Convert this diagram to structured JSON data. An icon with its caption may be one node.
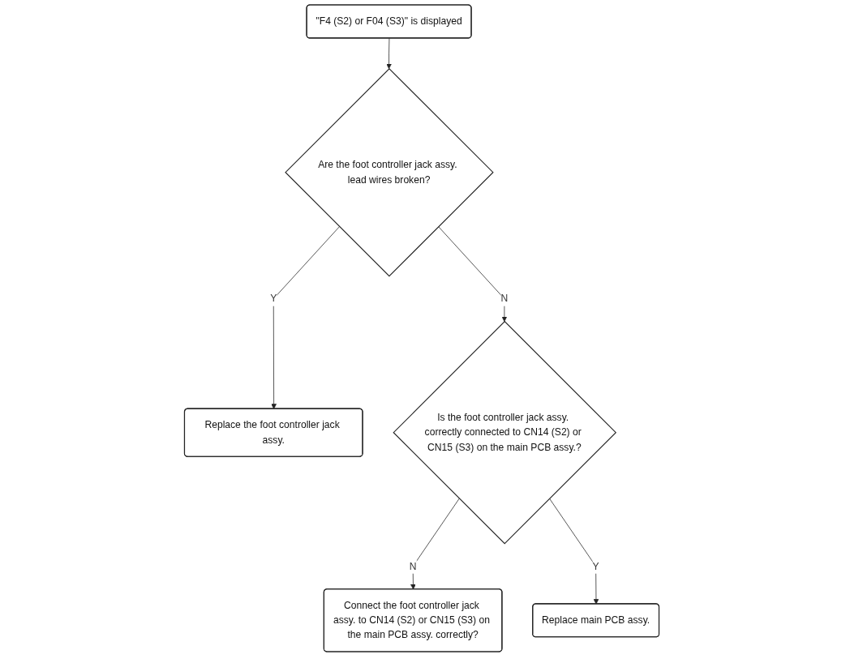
{
  "diagram": {
    "nodes": [
      {
        "text": [
          "\"F4 (S2) or F04 (S3)\" is displayed"
        ]
      },
      {
        "text": [
          "Are the foot controller jack assy. lead wires broken?"
        ]
      },
      {
        "text": [
          "Replace the foot controller jack assy."
        ]
      },
      {
        "text": [
          "Is the foot controller jack assy. correctly connected to CN14 (S2) or CN15 (S3) on the main PCB assy.?"
        ]
      },
      {
        "text": [
          "Connect the foot controller jack assy. to CN14 (S2) or CN15 (S3) on the main PCB assy. correctly?"
        ]
      },
      {
        "text": [
          "Replace main PCB assy."
        ]
      }
    ],
    "edges": [
      {
        "from": 0,
        "to": 1,
        "arrow": "to"
      },
      {
        "from": 1,
        "to": 2,
        "arrow": "to",
        "label": "Y"
      },
      {
        "from": 1,
        "to": 3,
        "arrow": "to",
        "label": "N"
      },
      {
        "from": 3,
        "to": 4,
        "arrow": "to",
        "label": "N"
      },
      {
        "from": 3,
        "to": 5,
        "arrow": "to",
        "label": "Y"
      }
    ]
  }
}
